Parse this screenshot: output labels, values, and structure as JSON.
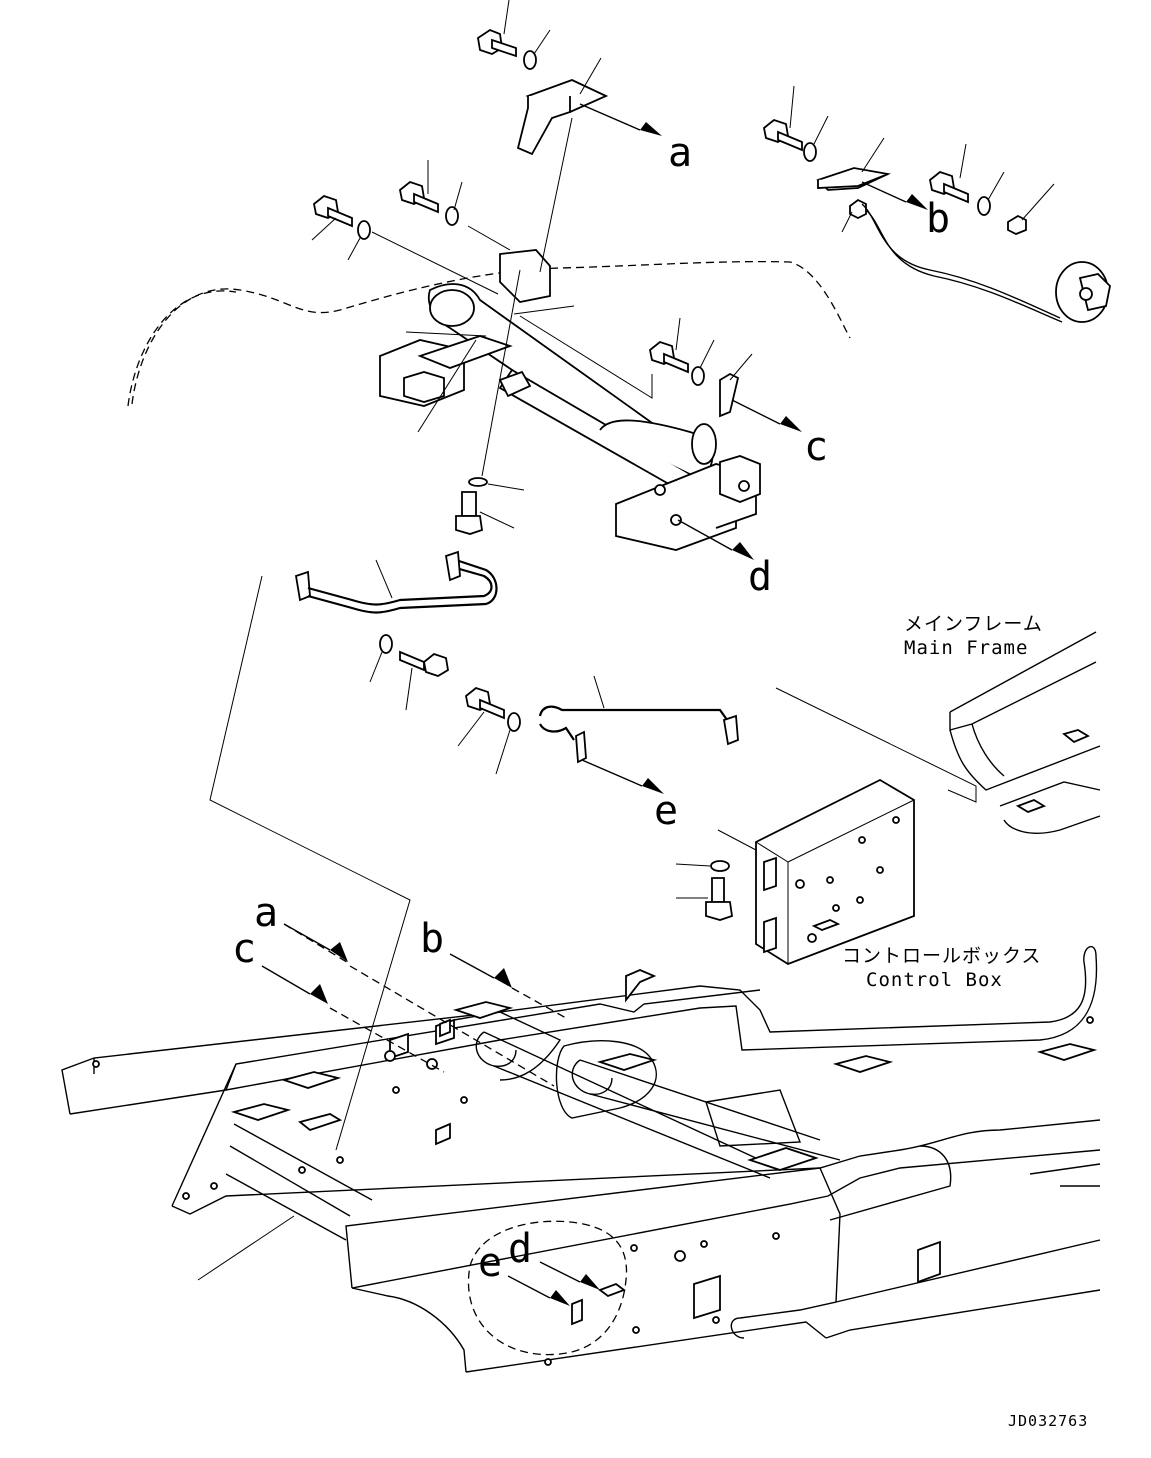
{
  "callouts": {
    "a": "a",
    "b": "b",
    "c": "c",
    "d": "d",
    "e": "e"
  },
  "captions": {
    "main_frame_jp": "メインフレーム",
    "main_frame_en": "Main Frame",
    "control_box_jp": "コントロールボックス",
    "control_box_en": "Control Box"
  },
  "drawing_code": "JD032763"
}
